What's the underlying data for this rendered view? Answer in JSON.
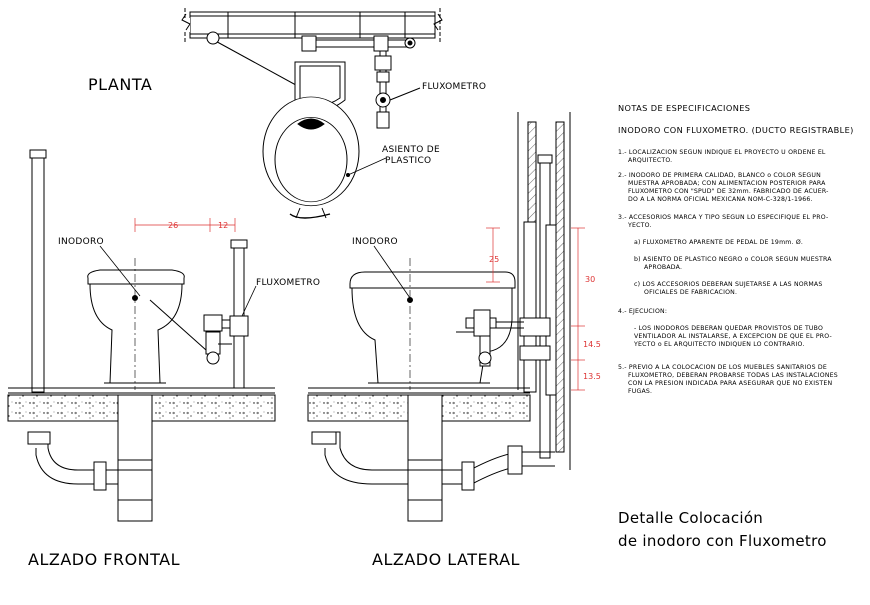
{
  "views": {
    "planta": "PLANTA",
    "frontal": "ALZADO FRONTAL",
    "lateral": "ALZADO LATERAL"
  },
  "labels": {
    "fluxometro_planta": "FLUXOMETRO",
    "asiento_1": "ASIENTO DE",
    "asiento_2": "PLASTICO",
    "inodoro_frontal": "INODORO",
    "fluxometro_frontal": "FLUXOMETRO",
    "inodoro_lateral": "INODORO"
  },
  "dimensions": {
    "d_26": "26",
    "d_12": "12",
    "d_25": "25",
    "d_30": "30",
    "d_14_5": "14.5",
    "d_13_5": "13.5"
  },
  "notes": {
    "heading": "NOTAS DE ESPECIFICACIONES",
    "subheading": "INODORO CON FLUXOMETRO. (DUCTO REGISTRABLE)",
    "n1_a": "1.- LOCALIZACION SEGUN INDIQUE EL PROYECTO U ORDENE EL",
    "n1_b": "ARQUITECTO.",
    "n2_a": "2.- INODORO DE PRIMERA CALIDAD, BLANCO o COLOR SEGUN",
    "n2_b": "MUESTRA APROBADA; CON ALIMENTACION POSTERIOR PARA",
    "n2_c": "FLUXOMETRO CON \"SPUD\" DE 32mm. FABRICADO DE ACUER-",
    "n2_d": "DO A LA NORMA OFICIAL MEXICANA NOM-C-328/1-1966.",
    "n3_a": "3.- ACCESORIOS MARCA Y TIPO SEGUN LO ESPECIFIQUE EL PRO-",
    "n3_b": "YECTO.",
    "n3a": "a) FLUXOMETRO APARENTE DE PEDAL DE 19mm. Ø.",
    "n3b_a": "b) ASIENTO DE PLASTICO NEGRO o COLOR SEGUN MUESTRA",
    "n3b_b": "APROBADA.",
    "n3c_a": "c) LOS ACCESORIOS DEBERAN SUJETARSE A LAS NORMAS",
    "n3c_b": "OFICIALES DE FABRICACION.",
    "n4": "4.- EJECUCION:",
    "n4_a": "- LOS INODOROS DEBERAN QUEDAR PROVISTOS DE TUBO",
    "n4_b": "VENTILADOR AL INSTALARSE, A EXCEPCION DE QUE EL PRO-",
    "n4_c": "YECTO o EL ARQUITECTO INDIQUEN LO CONTRARIO.",
    "n5_a": "5.- PREVIO A LA COLOCACION DE LOS MUEBLES SANITARIOS DE",
    "n5_b": "FLUXOMETRO, DEBERAN PROBARSE TODAS LAS INSTALACIONES",
    "n5_c": "CON LA PRESION INDICADA PARA ASEGURAR QUE NO EXISTEN",
    "n5_d": "FUGAS."
  },
  "title": {
    "line1": "Detalle Colocación",
    "line2": "de inodoro con Fluxometro"
  }
}
